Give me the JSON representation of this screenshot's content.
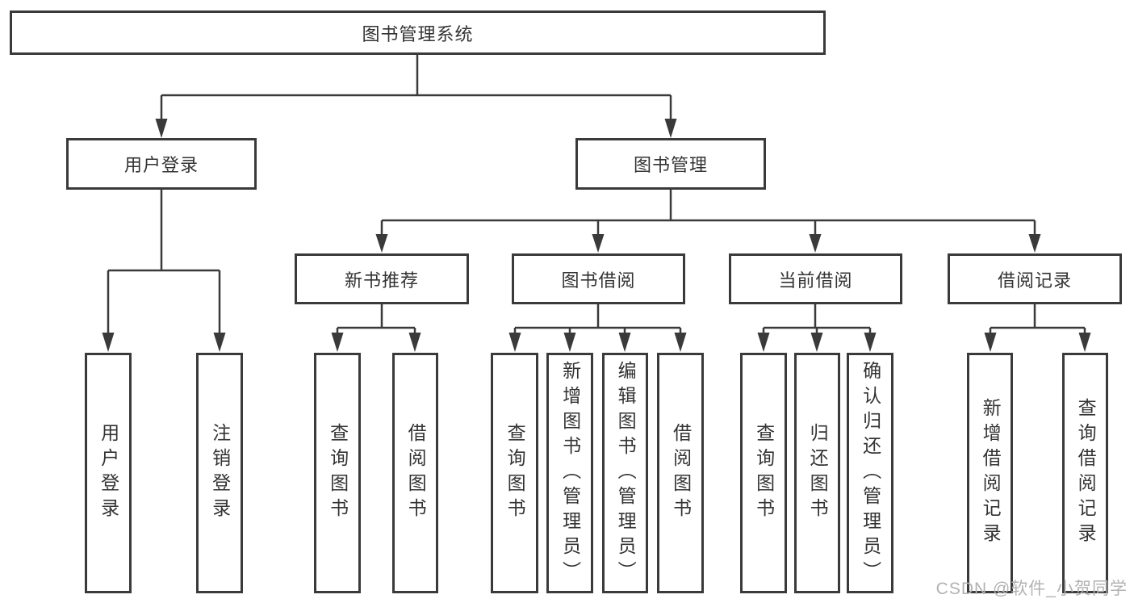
{
  "tree": {
    "label": "图书管理系统",
    "children": [
      {
        "label": "用户登录",
        "children": [
          {
            "label": "用户登录"
          },
          {
            "label": "注销登录"
          }
        ]
      },
      {
        "label": "图书管理",
        "children": [
          {
            "label": "新书推荐",
            "children": [
              {
                "label": "查询图书"
              },
              {
                "label": "借阅图书"
              }
            ]
          },
          {
            "label": "图书借阅",
            "children": [
              {
                "label": "查询图书"
              },
              {
                "label": "新增图书（管理员）"
              },
              {
                "label": "编辑图书（管理员）"
              },
              {
                "label": "借阅图书"
              }
            ]
          },
          {
            "label": "当前借阅",
            "children": [
              {
                "label": "查询图书"
              },
              {
                "label": "归还图书"
              },
              {
                "label": "确认归还（管理员）"
              }
            ]
          },
          {
            "label": "借阅记录",
            "children": [
              {
                "label": "新增借阅记录"
              },
              {
                "label": "查询借阅记录"
              }
            ]
          }
        ]
      }
    ]
  },
  "watermark": {
    "text": "CSDN @软件_小贺同学"
  },
  "colors": {
    "line": "#3a3a3a",
    "box_border": "#3a3a3a",
    "text": "#333333",
    "watermark": "#b2b2b2",
    "background": "#ffffff"
  }
}
